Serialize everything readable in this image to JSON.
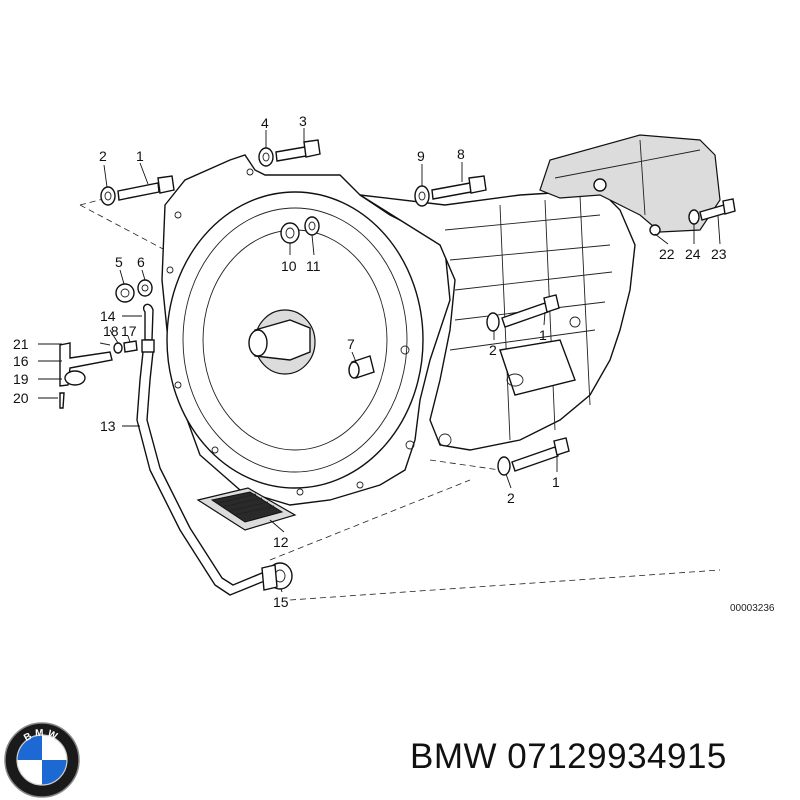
{
  "callouts": [
    {
      "id": "c1a",
      "text": "1"
    },
    {
      "id": "c2a",
      "text": "2"
    },
    {
      "id": "c4",
      "text": "4"
    },
    {
      "id": "c3",
      "text": "3"
    },
    {
      "id": "c9",
      "text": "9"
    },
    {
      "id": "c8",
      "text": "8"
    },
    {
      "id": "c5",
      "text": "5"
    },
    {
      "id": "c6",
      "text": "6"
    },
    {
      "id": "c10",
      "text": "10"
    },
    {
      "id": "c11",
      "text": "11"
    },
    {
      "id": "c14",
      "text": "14"
    },
    {
      "id": "c18",
      "text": "18"
    },
    {
      "id": "c17",
      "text": "17"
    },
    {
      "id": "c21",
      "text": "21"
    },
    {
      "id": "c16",
      "text": "16"
    },
    {
      "id": "c19",
      "text": "19"
    },
    {
      "id": "c20",
      "text": "20"
    },
    {
      "id": "c13",
      "text": "13"
    },
    {
      "id": "c7",
      "text": "7"
    },
    {
      "id": "c2b",
      "text": "2"
    },
    {
      "id": "c1b",
      "text": "1"
    },
    {
      "id": "c2c",
      "text": "2"
    },
    {
      "id": "c1c",
      "text": "1"
    },
    {
      "id": "c12",
      "text": "12"
    },
    {
      "id": "c15",
      "text": "15"
    },
    {
      "id": "c22",
      "text": "22"
    },
    {
      "id": "c24",
      "text": "24"
    },
    {
      "id": "c23",
      "text": "23"
    }
  ],
  "diagram_ref": "00003236",
  "caption": {
    "brand": "BMW",
    "part_number": "07129934915"
  },
  "logo": {
    "letters": "BMW",
    "icon": "bmw-roundel-icon",
    "colors": {
      "ring": "#1a1a1a",
      "blue": "#1c69d4",
      "white": "#ffffff"
    }
  }
}
